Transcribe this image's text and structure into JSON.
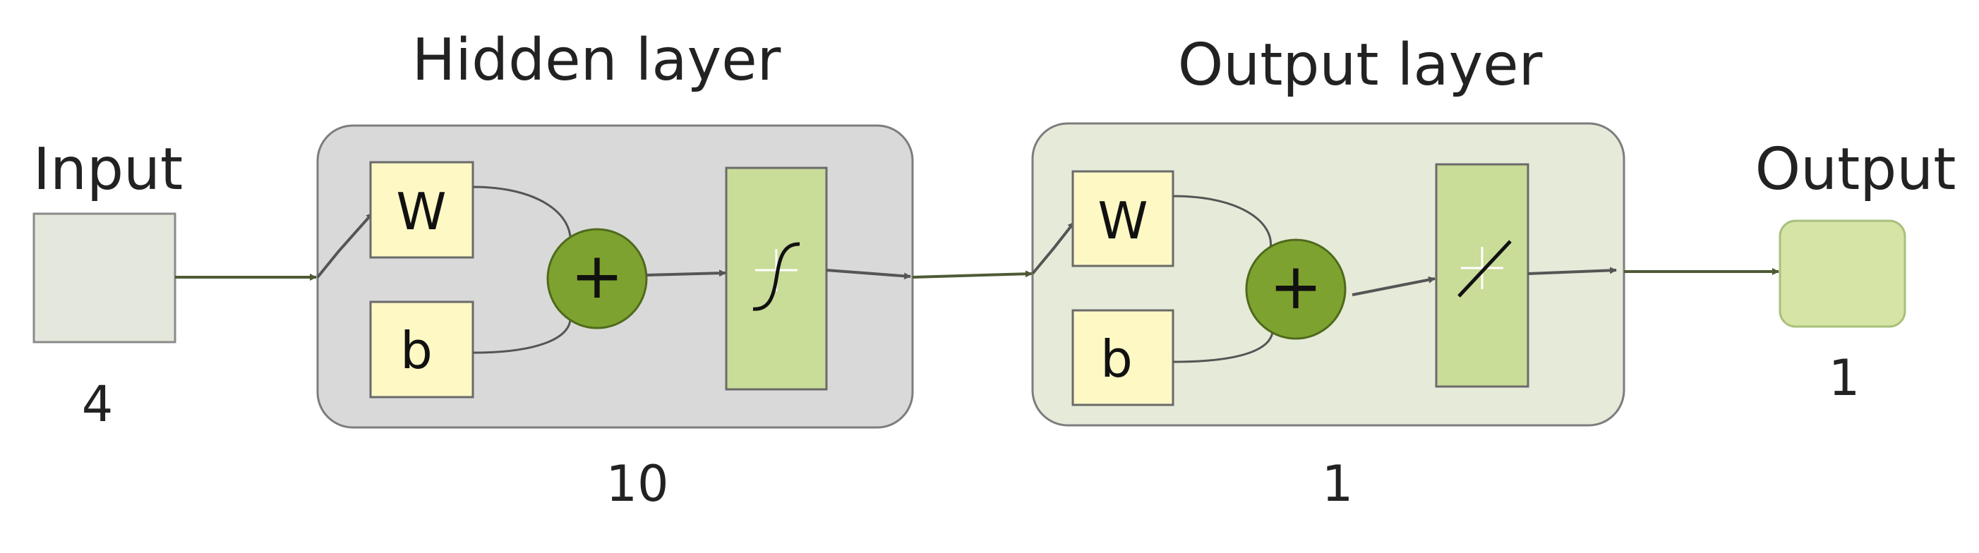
{
  "input": {
    "title": "Input",
    "size": "4"
  },
  "hidden_layer": {
    "title": "Hidden layer",
    "size": "10",
    "weight_label": "W",
    "bias_label": "b",
    "sum_symbol": "+",
    "activation": "sigmoid-icon"
  },
  "output_layer": {
    "title": "Output layer",
    "size": "1",
    "weight_label": "W",
    "bias_label": "b",
    "sum_symbol": "+",
    "activation": "linear-icon"
  },
  "output": {
    "title": "Output",
    "size": "1"
  },
  "colors": {
    "hidden_panel": "#d9d9d9",
    "output_panel": "#e6ead9",
    "weight_box": "#fdf8c4",
    "sum_node": "#7ea22f",
    "activation_box": "#c9dc98",
    "input_box": "#e4e8dc",
    "output_box": "#d6e4a6",
    "arrow": "#4e5a34"
  }
}
